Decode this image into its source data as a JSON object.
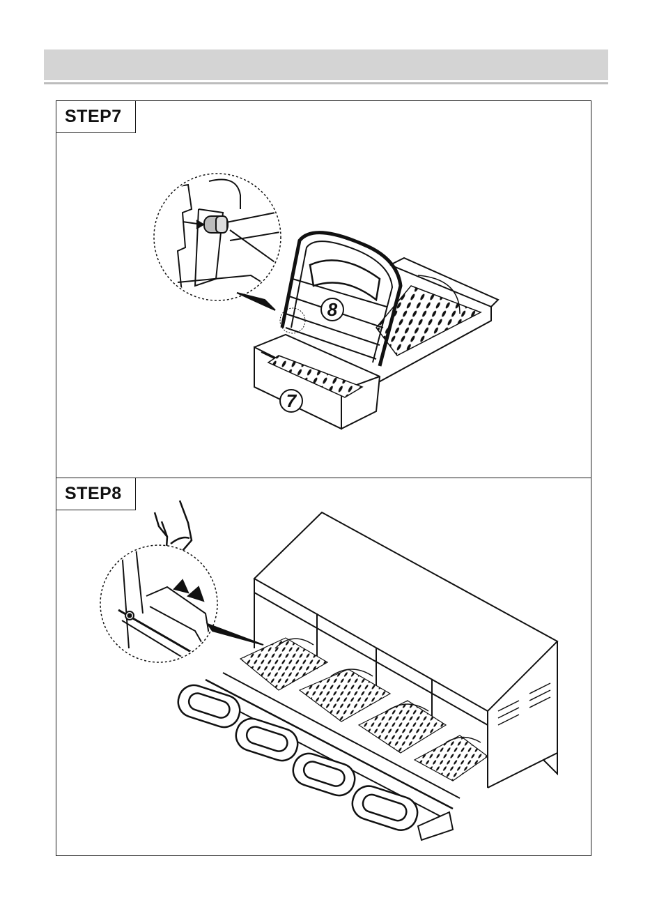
{
  "steps": [
    {
      "label": "STEP7",
      "callouts": [
        "8",
        "7"
      ]
    },
    {
      "label": "STEP8"
    }
  ],
  "colors": {
    "header_bar": "#d4d4d4",
    "rule": "#bdbdbd",
    "ink": "#1a1a1a"
  }
}
